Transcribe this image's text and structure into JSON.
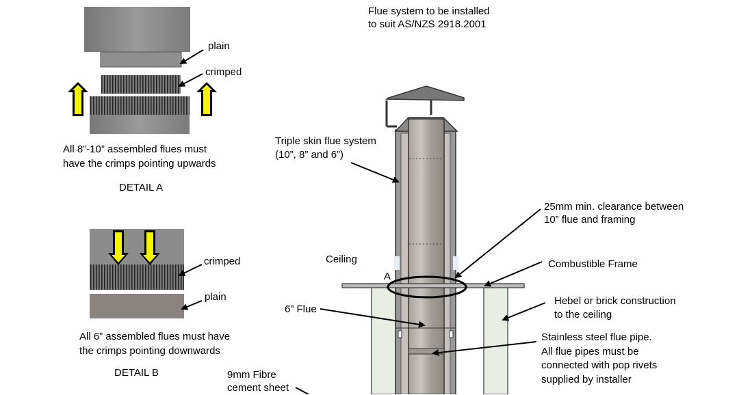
{
  "labels": {
    "plain_a": "plain",
    "crimped_a": "crimped",
    "note_a_line1": "All 8”-10” assembled flues must",
    "note_a_line2": "have the crimps pointing upwards",
    "detail_a": "DETAIL A",
    "crimped_b": "crimped",
    "plain_b": "plain",
    "note_b_line1": "All 6” assembled flues must have",
    "note_b_line2": "the crimps pointing downwards",
    "detail_b": "DETAIL B",
    "fibre_line1": "9mm Fibre",
    "fibre_line2": "cement sheet",
    "std_line1": "Flue system to be installed",
    "std_line2": "to suit AS/NZS 2918.2001",
    "triple_line1": "Triple skin flue system",
    "triple_line2": "(10”, 8” and 6”)",
    "clearance_line1": "25mm min. clearance between",
    "clearance_line2": "10” flue and framing",
    "ceiling": "Ceiling",
    "marker_a": "A",
    "combustible": "Combustible Frame",
    "hebel_line1": "Hebel or brick construction",
    "hebel_line2": "to the ceiling",
    "six_flue": "6” Flue",
    "stainless_line1": "Stainless steel flue pipe.",
    "stainless_line2": "All flue pipes must be",
    "stainless_line3": "connected with pop rivets",
    "stainless_line4": "supplied by installer"
  },
  "colors": {
    "arrow_yellow": "#f5f500",
    "metal_dark": "#6f6f6f",
    "metal_mid": "#8c8c8c",
    "metal_light": "#b7b2ad",
    "frame_fill": "#e9eee5"
  }
}
